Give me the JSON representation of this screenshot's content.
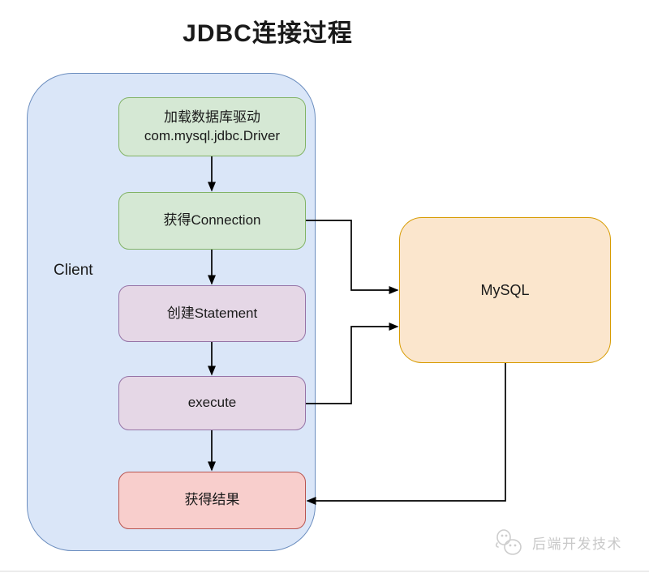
{
  "title": "JDBC连接过程",
  "client": {
    "label": "Client"
  },
  "nodes": {
    "load_driver": {
      "line1": "加载数据库驱动",
      "line2": "com.mysql.jdbc.Driver"
    },
    "get_connection": {
      "label": "获得Connection"
    },
    "create_statement": {
      "label": "创建Statement"
    },
    "execute": {
      "label": "execute"
    },
    "get_result": {
      "label": "获得结果"
    },
    "mysql": {
      "label": "MySQL"
    }
  },
  "edges": [
    {
      "from": "load_driver",
      "to": "get_connection"
    },
    {
      "from": "get_connection",
      "to": "create_statement"
    },
    {
      "from": "create_statement",
      "to": "execute"
    },
    {
      "from": "execute",
      "to": "get_result"
    },
    {
      "from": "get_connection",
      "to": "mysql"
    },
    {
      "from": "execute",
      "to": "mysql"
    },
    {
      "from": "mysql",
      "to": "get_result"
    }
  ],
  "colors": {
    "client_fill": "#dae6f8",
    "client_border": "#6c8ebf",
    "green_fill": "#d5e8d4",
    "green_border": "#82b366",
    "purple_fill": "#e5d7e6",
    "purple_border": "#9673a6",
    "red_fill": "#f8cecc",
    "red_border": "#b85450",
    "orange_fill": "#fbe6cd",
    "orange_border": "#d79b00",
    "arrow": "#000000"
  },
  "watermark": {
    "label": "后端开发技术"
  }
}
